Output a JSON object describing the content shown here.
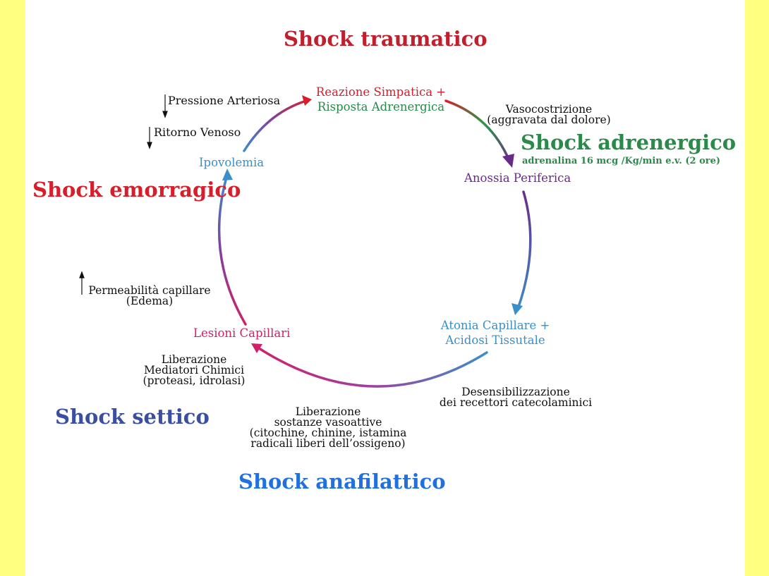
{
  "titles": {
    "traumatico": "Shock traumatico",
    "adrenergico": "Shock adrenergico",
    "adrenergico_dose": "adrenalina 16 mcg /Kg/min e.v. (2 ore)",
    "emorragico": "Shock emorragico",
    "settico": "Shock settico",
    "anafilattico": "Shock anafilattico"
  },
  "nodes": {
    "reazione": "Reazione Simpatica +",
    "risposta": "Risposta Adrenergica",
    "anossia": "Anossia Periferica",
    "atonia_1": "Atonia Capillare +",
    "atonia_2": "Acidosi Tissutale",
    "lesioni": "Lesioni Capillari",
    "ipovolemia": "Ipovolemia"
  },
  "notes": {
    "pressione": "Pressione Arteriosa",
    "ritorno": "Ritorno Venoso",
    "vasocostrizione_1": "Vasocostrizione",
    "vasocostrizione_2": "(aggravata dal dolore)",
    "permeabilita_1": "Permeabilità capillare",
    "permeabilita_2": "(Edema)",
    "mediatori_1": "Liberazione",
    "mediatori_2": "Mediatori Chimici",
    "mediatori_3": "(proteasi, idrolasi)",
    "desens_1": "Desensibilizzazione",
    "desens_2": "dei recettori catecolaminici",
    "sostanze_1": "Liberazione",
    "sostanze_2": "sostanze vasoattive",
    "sostanze_3": "(citochine, chinine, istamina",
    "sostanze_4": "radicali liberi dell’ossigeno)"
  },
  "colors": {
    "red": "#d81e2a",
    "green": "#2a8a4a",
    "purple": "#6a2a8a",
    "blue": "#3a8fc8",
    "magenta": "#d0206a",
    "settico": "#3a4fa0",
    "anafilattico": "#2070e0",
    "background": "#ffff80"
  }
}
